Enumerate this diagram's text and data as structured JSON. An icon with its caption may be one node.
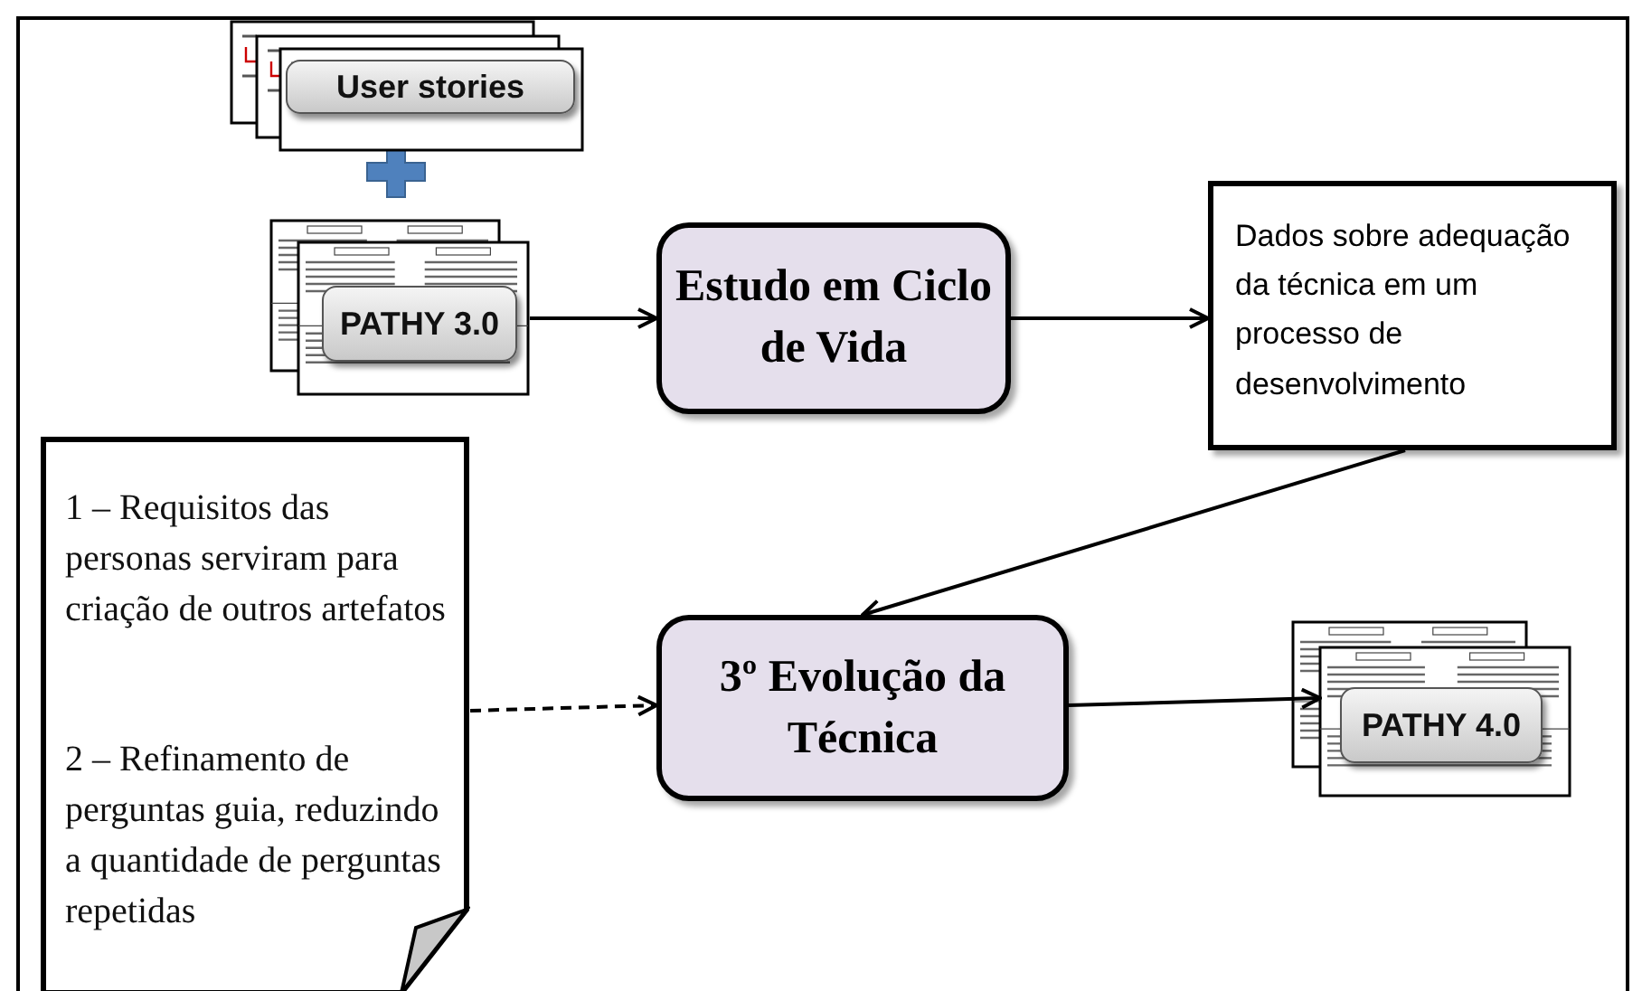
{
  "diagram": {
    "nodes": [
      {
        "text": [
          "User stories"
        ]
      },
      {
        "text": [
          "PATHY 3.0"
        ]
      },
      {
        "text": [
          "Estudo em Ciclo de Vida"
        ]
      },
      {
        "text": [
          "Dados sobre adequação da técnica em um processo de desenvolvimento"
        ]
      },
      {
        "text": [
          "1 – Requisitos das personas serviram para criação de outros artefatos",
          "2 – Refinamento de perguntas guia, reduzindo a quantidade de perguntas repetidas"
        ]
      },
      {
        "text": [
          "3º Evolução da Técnica"
        ]
      },
      {
        "text": [
          "PATHY 4.0"
        ]
      }
    ],
    "edges": [
      {
        "from": 1,
        "to": 2,
        "arrow": "to"
      },
      {
        "from": 2,
        "to": 3,
        "arrow": "to"
      },
      {
        "from": 3,
        "to": 5,
        "arrow": "to"
      },
      {
        "from": 4,
        "to": 5,
        "arrow": "to",
        "style": "dashed"
      },
      {
        "from": 5,
        "to": 6,
        "arrow": "to"
      }
    ]
  }
}
